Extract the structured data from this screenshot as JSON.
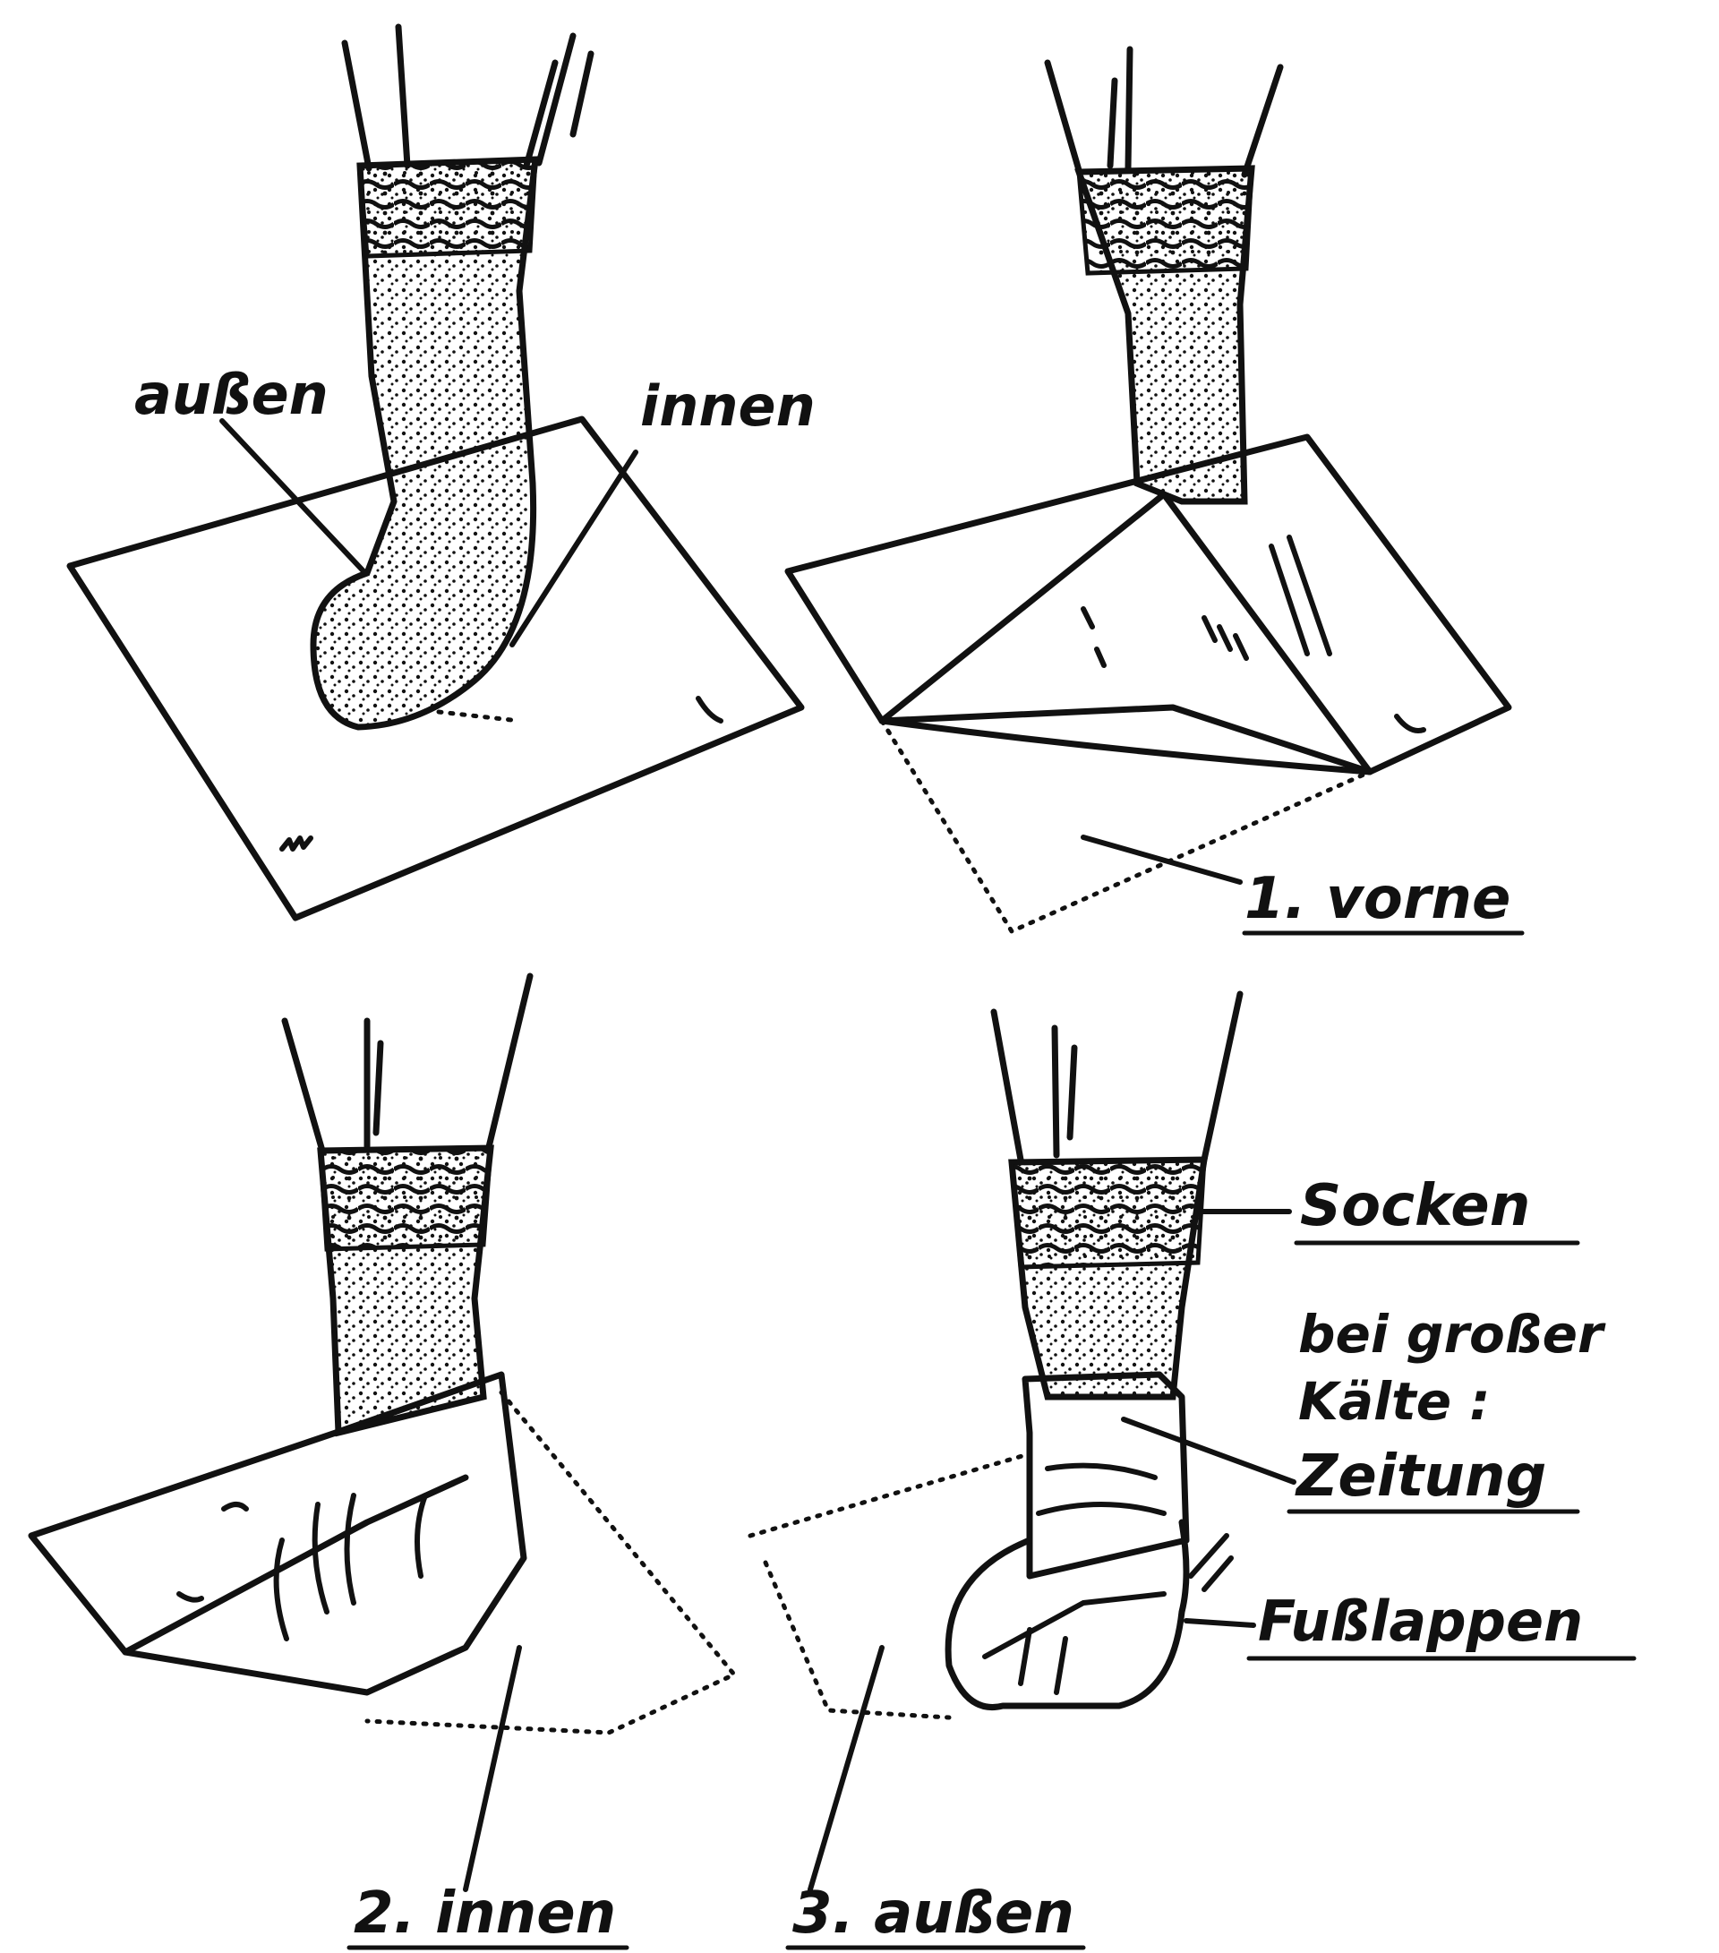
{
  "panel_top_left": {
    "label_left": "außen",
    "label_right": "innen"
  },
  "panel_top_right": {
    "step_label": "1. vorne"
  },
  "panel_bottom_left": {
    "step_label": "2. innen"
  },
  "panel_bottom_right": {
    "step_label": "3. außen",
    "socks_label": "Socken",
    "cold_note_line1": "bei großer",
    "cold_note_line2": "Kälte :",
    "newspaper_label": "Zeitung",
    "foot_cloth_label": "Fußlappen"
  }
}
